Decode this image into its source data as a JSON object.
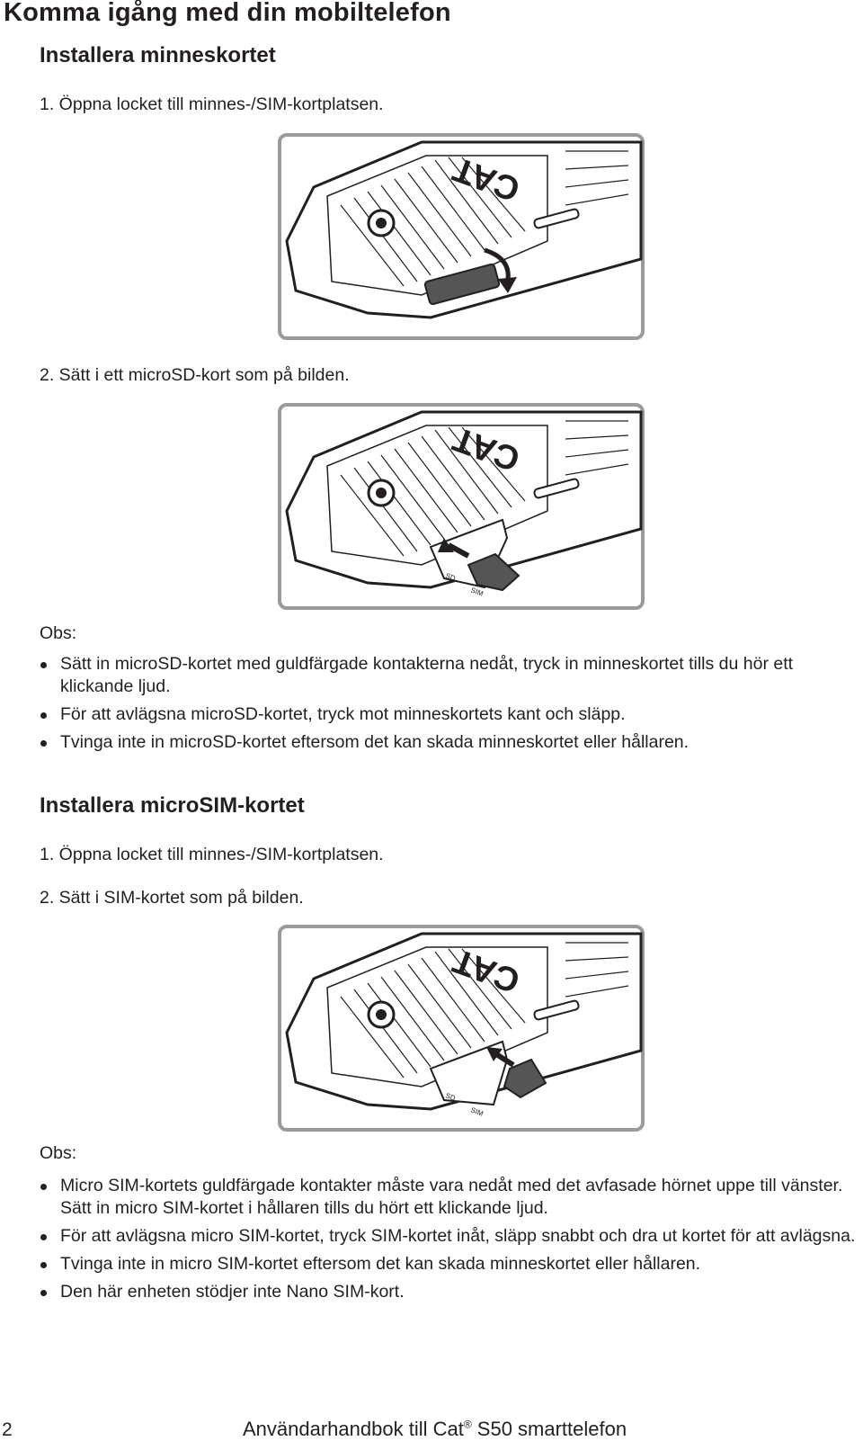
{
  "title": "Komma igång med din mobiltelefon",
  "sections": [
    {
      "heading": "Installera minneskortet",
      "step1": "1. Öppna locket till minnes-/SIM-kortplatsen.",
      "step2": "2. Sätt i ett microSD-kort som på bilden.",
      "note_label": "Obs:",
      "notes": [
        "Sätt in microSD-kortet med guldfärgade kontakterna nedåt, tryck in minneskortet tills du hör ett klickande ljud.",
        "För att avlägsna microSD-kortet, tryck mot minneskortets kant och släpp.",
        "Tvinga inte in microSD-kortet eftersom det kan skada minneskortet eller hållaren."
      ]
    },
    {
      "heading": "Installera microSIM-kortet",
      "step1": "1. Öppna locket till minnes-/SIM-kortplatsen.",
      "step2": "2. Sätt i SIM-kortet som på bilden.",
      "note_label": "Obs:",
      "notes": [
        "Micro SIM-kortets guldfärgade kontakter måste vara nedåt med det avfasade hörnet uppe till vänster. Sätt in micro SIM-kortet i hållaren tills du hört ett klickande ljud.",
        "För att avlägsna micro SIM-kortet, tryck SIM-kortet inåt, släpp snabbt och dra ut kortet för att avlägsna.",
        "Tvinga inte in micro SIM-kortet eftersom det kan skada minneskortet eller hållaren.",
        "Den här enheten stödjer inte Nano SIM-kort."
      ]
    }
  ],
  "figure_labels": {
    "logo": "CAT",
    "sd": "SD",
    "sim": "SIM"
  },
  "footer": {
    "page_number": "2",
    "title_prefix": "Användarhandbok till Cat",
    "registered": "®",
    "title_suffix": " S50 smarttelefon"
  }
}
